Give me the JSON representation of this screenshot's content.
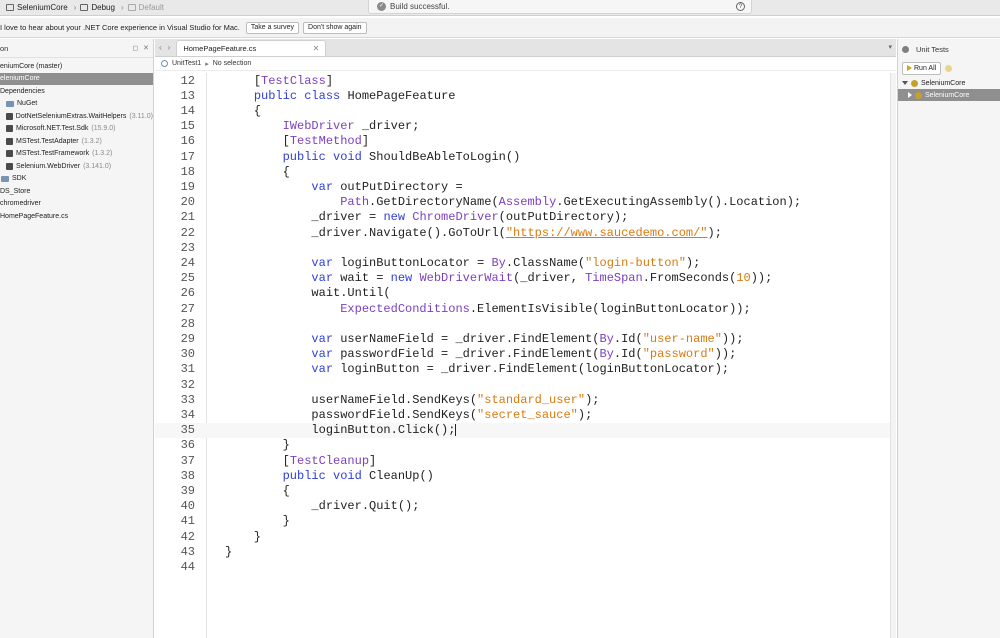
{
  "toolbar": {
    "project": "SeleniumCore",
    "config": "Debug",
    "target": "Default",
    "status": "Build successful."
  },
  "infobar": {
    "message": "I love to hear about your .NET Core experience in Visual Studio for Mac.",
    "survey_button": "Take a survey",
    "dismiss_button": "Don't show again"
  },
  "solution": {
    "title": "on",
    "items": [
      {
        "label": "eniumCore (master)",
        "version": ""
      },
      {
        "label": "eleniumCore",
        "version": ""
      },
      {
        "label": "Dependencies",
        "version": ""
      },
      {
        "label": "NuGet",
        "version": ""
      },
      {
        "label": "DotNetSeleniumExtras.WaitHelpers",
        "version": "(3.11.0)"
      },
      {
        "label": "Microsoft.NET.Test.Sdk",
        "version": "(15.9.0)"
      },
      {
        "label": "MSTest.TestAdapter",
        "version": "(1.3.2)"
      },
      {
        "label": "MSTest.TestFramework",
        "version": "(1.3.2)"
      },
      {
        "label": "Selenium.WebDriver",
        "version": "(3.141.0)"
      },
      {
        "label": "SDK",
        "version": ""
      },
      {
        "label": "DS_Store",
        "version": ""
      },
      {
        "label": "chromedriver",
        "version": ""
      },
      {
        "label": "HomePageFeature.cs",
        "version": ""
      }
    ]
  },
  "editor": {
    "tab_name": "HomePageFeature.cs",
    "path_class": "UnitTest1",
    "path_member": "No selection",
    "current_line": 35,
    "lines": [
      {
        "n": "12",
        "tokens": [
          [
            "    ",
            ""
          ],
          [
            "[",
            ""
          ],
          [
            "TestClass",
            "ty"
          ],
          [
            "]",
            ""
          ]
        ]
      },
      {
        "n": "13",
        "tokens": [
          [
            "    ",
            ""
          ],
          [
            "public",
            "kw"
          ],
          [
            " ",
            ""
          ],
          [
            "class",
            "kw"
          ],
          [
            " HomePageFeature",
            ""
          ]
        ]
      },
      {
        "n": "14",
        "tokens": [
          [
            "    {",
            ""
          ]
        ]
      },
      {
        "n": "15",
        "tokens": [
          [
            "        ",
            ""
          ],
          [
            "IWebDriver",
            "ty"
          ],
          [
            " _driver;",
            ""
          ]
        ]
      },
      {
        "n": "16",
        "tokens": [
          [
            "        [",
            ""
          ],
          [
            "TestMethod",
            "ty"
          ],
          [
            "]",
            ""
          ]
        ]
      },
      {
        "n": "17",
        "tokens": [
          [
            "        ",
            ""
          ],
          [
            "public",
            "kw"
          ],
          [
            " ",
            ""
          ],
          [
            "void",
            "kw"
          ],
          [
            " ShouldBeAbleToLogin()",
            ""
          ]
        ]
      },
      {
        "n": "18",
        "tokens": [
          [
            "        {",
            ""
          ]
        ]
      },
      {
        "n": "19",
        "tokens": [
          [
            "            ",
            ""
          ],
          [
            "var",
            "kw"
          ],
          [
            " outPutDirectory =",
            ""
          ]
        ]
      },
      {
        "n": "20",
        "tokens": [
          [
            "                ",
            ""
          ],
          [
            "Path",
            "ty"
          ],
          [
            ".GetDirectoryName(",
            ""
          ],
          [
            "Assembly",
            "ty"
          ],
          [
            ".GetExecutingAssembly().Location);",
            ""
          ]
        ]
      },
      {
        "n": "21",
        "tokens": [
          [
            "            _driver = ",
            ""
          ],
          [
            "new",
            "kw"
          ],
          [
            " ",
            ""
          ],
          [
            "ChromeDriver",
            "ty"
          ],
          [
            "(outPutDirectory);",
            ""
          ]
        ]
      },
      {
        "n": "22",
        "tokens": [
          [
            "            _driver.Navigate().GoToUrl(",
            ""
          ],
          [
            "\"https://www.saucedemo.com/\"",
            "ul"
          ],
          [
            ");",
            ""
          ]
        ]
      },
      {
        "n": "23",
        "tokens": [
          [
            "",
            ""
          ]
        ]
      },
      {
        "n": "24",
        "tokens": [
          [
            "            ",
            ""
          ],
          [
            "var",
            "kw"
          ],
          [
            " loginButtonLocator = ",
            ""
          ],
          [
            "By",
            "ty"
          ],
          [
            ".ClassName(",
            ""
          ],
          [
            "\"login-button\"",
            "st"
          ],
          [
            ");",
            ""
          ]
        ]
      },
      {
        "n": "25",
        "tokens": [
          [
            "            ",
            ""
          ],
          [
            "var",
            "kw"
          ],
          [
            " wait = ",
            ""
          ],
          [
            "new",
            "kw"
          ],
          [
            " ",
            ""
          ],
          [
            "WebDriverWait",
            "ty"
          ],
          [
            "(_driver, ",
            ""
          ],
          [
            "TimeSpan",
            "ty"
          ],
          [
            ".FromSeconds(",
            ""
          ],
          [
            "10",
            "st"
          ],
          [
            "));",
            ""
          ]
        ]
      },
      {
        "n": "26",
        "tokens": [
          [
            "            wait.Until(",
            ""
          ]
        ]
      },
      {
        "n": "27",
        "tokens": [
          [
            "                ",
            ""
          ],
          [
            "ExpectedConditions",
            "ty"
          ],
          [
            ".ElementIsVisible(loginButtonLocator));",
            ""
          ]
        ]
      },
      {
        "n": "28",
        "tokens": [
          [
            "",
            ""
          ]
        ]
      },
      {
        "n": "29",
        "tokens": [
          [
            "            ",
            ""
          ],
          [
            "var",
            "kw"
          ],
          [
            " userNameField = _driver.FindElement(",
            ""
          ],
          [
            "By",
            "ty"
          ],
          [
            ".Id(",
            ""
          ],
          [
            "\"user-name\"",
            "st"
          ],
          [
            "));",
            ""
          ]
        ]
      },
      {
        "n": "30",
        "tokens": [
          [
            "            ",
            ""
          ],
          [
            "var",
            "kw"
          ],
          [
            " passwordField = _driver.FindElement(",
            ""
          ],
          [
            "By",
            "ty"
          ],
          [
            ".Id(",
            ""
          ],
          [
            "\"password\"",
            "st"
          ],
          [
            "));",
            ""
          ]
        ]
      },
      {
        "n": "31",
        "tokens": [
          [
            "            ",
            ""
          ],
          [
            "var",
            "kw"
          ],
          [
            " loginButton = _driver.FindElement(loginButtonLocator);",
            ""
          ]
        ]
      },
      {
        "n": "32",
        "tokens": [
          [
            "",
            ""
          ]
        ]
      },
      {
        "n": "33",
        "tokens": [
          [
            "            userNameField.SendKeys(",
            ""
          ],
          [
            "\"standard_user\"",
            "st"
          ],
          [
            ");",
            ""
          ]
        ]
      },
      {
        "n": "34",
        "tokens": [
          [
            "            passwordField.SendKeys(",
            ""
          ],
          [
            "\"secret_sauce\"",
            "st"
          ],
          [
            ");",
            ""
          ]
        ]
      },
      {
        "n": "35",
        "tokens": [
          [
            "            loginButton.Click();",
            ""
          ]
        ]
      },
      {
        "n": "36",
        "tokens": [
          [
            "        }",
            ""
          ]
        ]
      },
      {
        "n": "37",
        "tokens": [
          [
            "        [",
            ""
          ],
          [
            "TestCleanup",
            "ty"
          ],
          [
            "]",
            ""
          ]
        ]
      },
      {
        "n": "38",
        "tokens": [
          [
            "        ",
            ""
          ],
          [
            "public",
            "kw"
          ],
          [
            " ",
            ""
          ],
          [
            "void",
            "kw"
          ],
          [
            " CleanUp()",
            ""
          ]
        ]
      },
      {
        "n": "39",
        "tokens": [
          [
            "        {",
            ""
          ]
        ]
      },
      {
        "n": "40",
        "tokens": [
          [
            "            _driver.Quit();",
            ""
          ]
        ]
      },
      {
        "n": "41",
        "tokens": [
          [
            "        }",
            ""
          ]
        ]
      },
      {
        "n": "42",
        "tokens": [
          [
            "    }",
            ""
          ]
        ]
      },
      {
        "n": "43",
        "tokens": [
          [
            "}",
            ""
          ]
        ]
      },
      {
        "n": "44",
        "tokens": [
          [
            "",
            ""
          ]
        ]
      }
    ]
  },
  "unit_tests": {
    "title": "Unit Tests",
    "run_label": "Run All",
    "items": [
      {
        "label": "SeleniumCore"
      },
      {
        "label": "SeleniumCore"
      }
    ]
  },
  "colors": {
    "keyword": "#2f3fd8",
    "type": "#7a3fbf",
    "string": "#d97a10",
    "selection": "#8f8f8f"
  }
}
